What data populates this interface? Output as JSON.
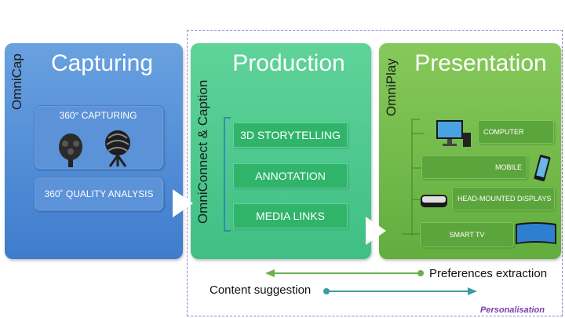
{
  "panels": {
    "capturing": {
      "title": "Capturing",
      "side_label": "OmniCap"
    },
    "production": {
      "title": "Production",
      "side_label": "OmniConnect & Caption"
    },
    "presentation": {
      "title": "Presentation",
      "side_label": "OmniPlay"
    }
  },
  "capturing_items": {
    "capturing_360": "360° CAPTURING",
    "quality_analysis": "360˚ QUALITY ANALYSIS"
  },
  "production_items": [
    "3D STORYTELLING",
    "ANNOTATION",
    "MEDIA LINKS"
  ],
  "presentation_items": [
    "COMPUTER",
    "MOBILE",
    "HEAD-MOUNTED DISPLAYS",
    "SMART TV"
  ],
  "flows": {
    "preferences": "Preferences extraction",
    "content": "Content suggestion"
  },
  "personalisation_label": "Personalisation",
  "colors": {
    "capturing": "#4a88d4",
    "production": "#4cc98e",
    "presentation": "#6db94a",
    "preferences_arrow": "#6ab04a",
    "content_arrow": "#3a9e9c",
    "personalisation_border": "#9b7fd0",
    "personalisation_text": "#7a3fb0"
  }
}
